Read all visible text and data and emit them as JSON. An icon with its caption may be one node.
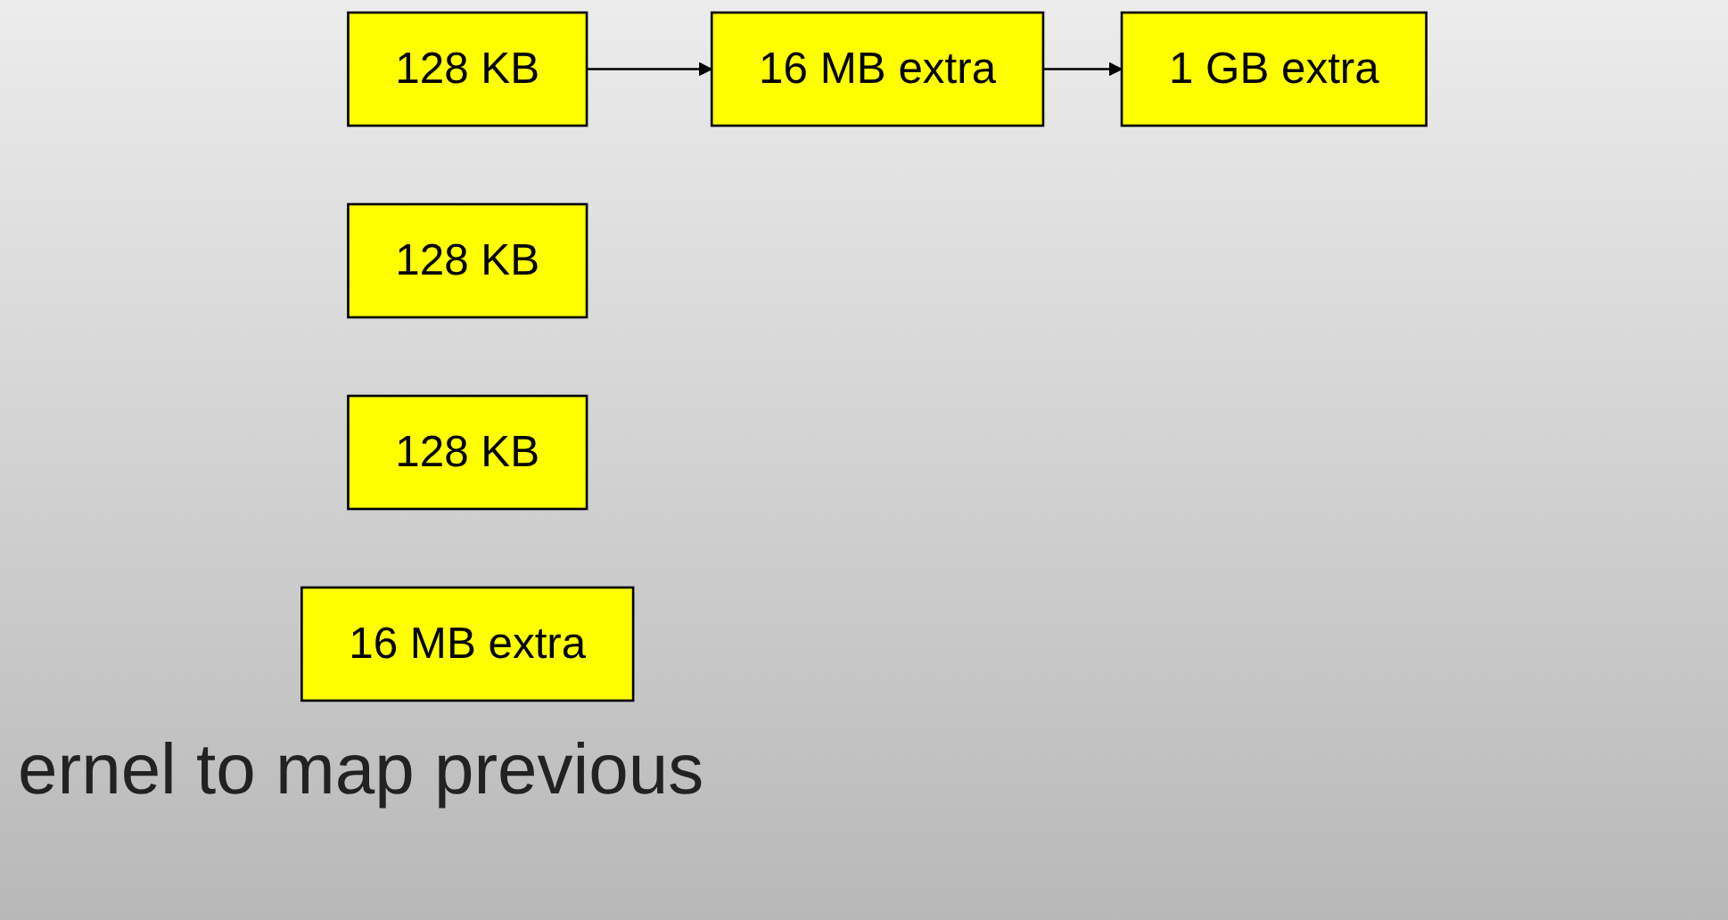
{
  "diagram": {
    "nodes": [
      {
        "text": [
          "128 KB"
        ]
      },
      {
        "text": [
          "128 KB"
        ]
      },
      {
        "text": [
          "16 MB extra"
        ]
      },
      {
        "text": [
          "128 KB"
        ]
      },
      {
        "text": [
          "16 MB extra"
        ]
      },
      {
        "text": [
          "1 GB extra"
        ]
      }
    ],
    "edges": [
      {
        "from": 0,
        "to": 2,
        "arrow": "to"
      },
      {
        "from": 2,
        "to": 5,
        "arrow": "to"
      }
    ],
    "labels": [
      "ernel to map previous"
    ]
  }
}
